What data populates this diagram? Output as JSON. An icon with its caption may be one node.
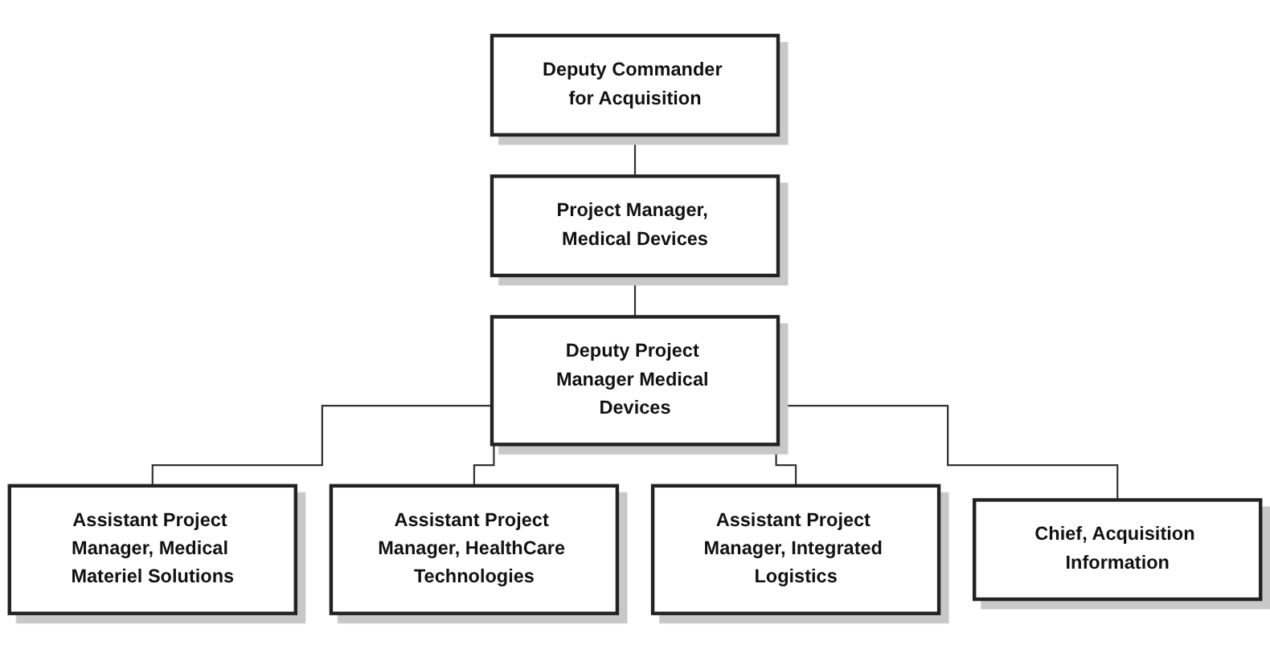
{
  "diagram": {
    "nodes": [
      {
        "text": [
          "Deputy Commander for Acquisition"
        ]
      },
      {
        "text": [
          "Project Manager, Medical Devices"
        ]
      },
      {
        "text": [
          "Deputy Project Manager Medical Devices"
        ]
      },
      {
        "text": [
          "Assistant Project Manager, Medical Materiel Solutions"
        ]
      },
      {
        "text": [
          "Assistant Project Manager, HealthCare Technologies"
        ]
      },
      {
        "text": [
          "Assistant Project Manager, Integrated Logistics"
        ]
      },
      {
        "text": [
          "Chief, Acquisition Information"
        ]
      }
    ],
    "edges": [
      {
        "from": 0,
        "to": 1,
        "arrow": "none"
      },
      {
        "from": 1,
        "to": 2,
        "arrow": "none"
      },
      {
        "from": 2,
        "to": 3,
        "arrow": "none"
      },
      {
        "from": 2,
        "to": 4,
        "arrow": "none"
      },
      {
        "from": 2,
        "to": 5,
        "arrow": "none"
      },
      {
        "from": 2,
        "to": 6,
        "arrow": "none"
      }
    ]
  }
}
